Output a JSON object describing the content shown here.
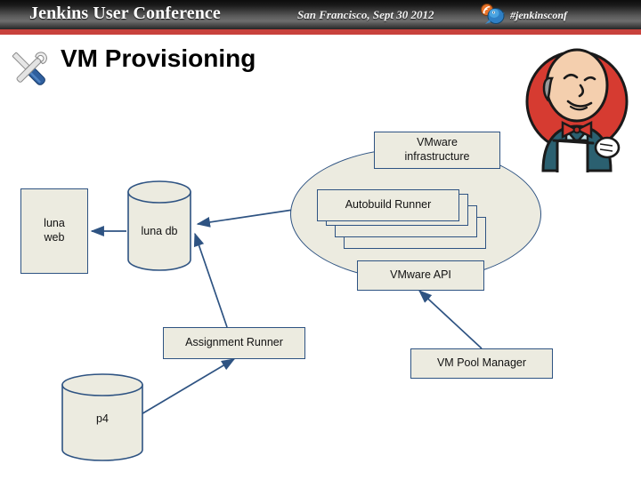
{
  "header": {
    "conference_title": "Jenkins User Conference",
    "location_date": "San Francisco, Sept 30 2012",
    "hashtag": "#jenkinsconf",
    "accent_color": "#c8423c",
    "bar_color": "#1a1a1a",
    "icons": [
      "twitter-bird-icon",
      "rss-icon"
    ]
  },
  "slide": {
    "title": "VM Provisioning",
    "title_icon": "tools-icon",
    "mascot": "jenkins-butler-mascot"
  },
  "diagram": {
    "node_fill": "#ECEBE0",
    "node_border": "#2E5382",
    "edge_color": "#2E5382",
    "nodes": {
      "luna_web": "luna\nweb",
      "luna_web_line1": "luna",
      "luna_web_line2": "web",
      "luna_db": "luna db",
      "p4": "p4",
      "assignment_runner": "Assignment Runner",
      "vmware_infrastructure_line1": "VMware",
      "vmware_infrastructure_line2": "infrastructure",
      "autobuild_runner": "Autobuild Runner",
      "vmware_api": "VMware API",
      "vm_pool_manager": "VM Pool Manager"
    },
    "autobuild_stack_count": 4,
    "edges": [
      {
        "from": "luna db",
        "to": "luna web"
      },
      {
        "from": "Autobuild Runner",
        "to": "luna db"
      },
      {
        "from": "Assignment Runner",
        "to": "luna db"
      },
      {
        "from": "p4",
        "to": "Assignment Runner"
      },
      {
        "from": "VM Pool Manager",
        "to": "VMware API"
      }
    ]
  }
}
